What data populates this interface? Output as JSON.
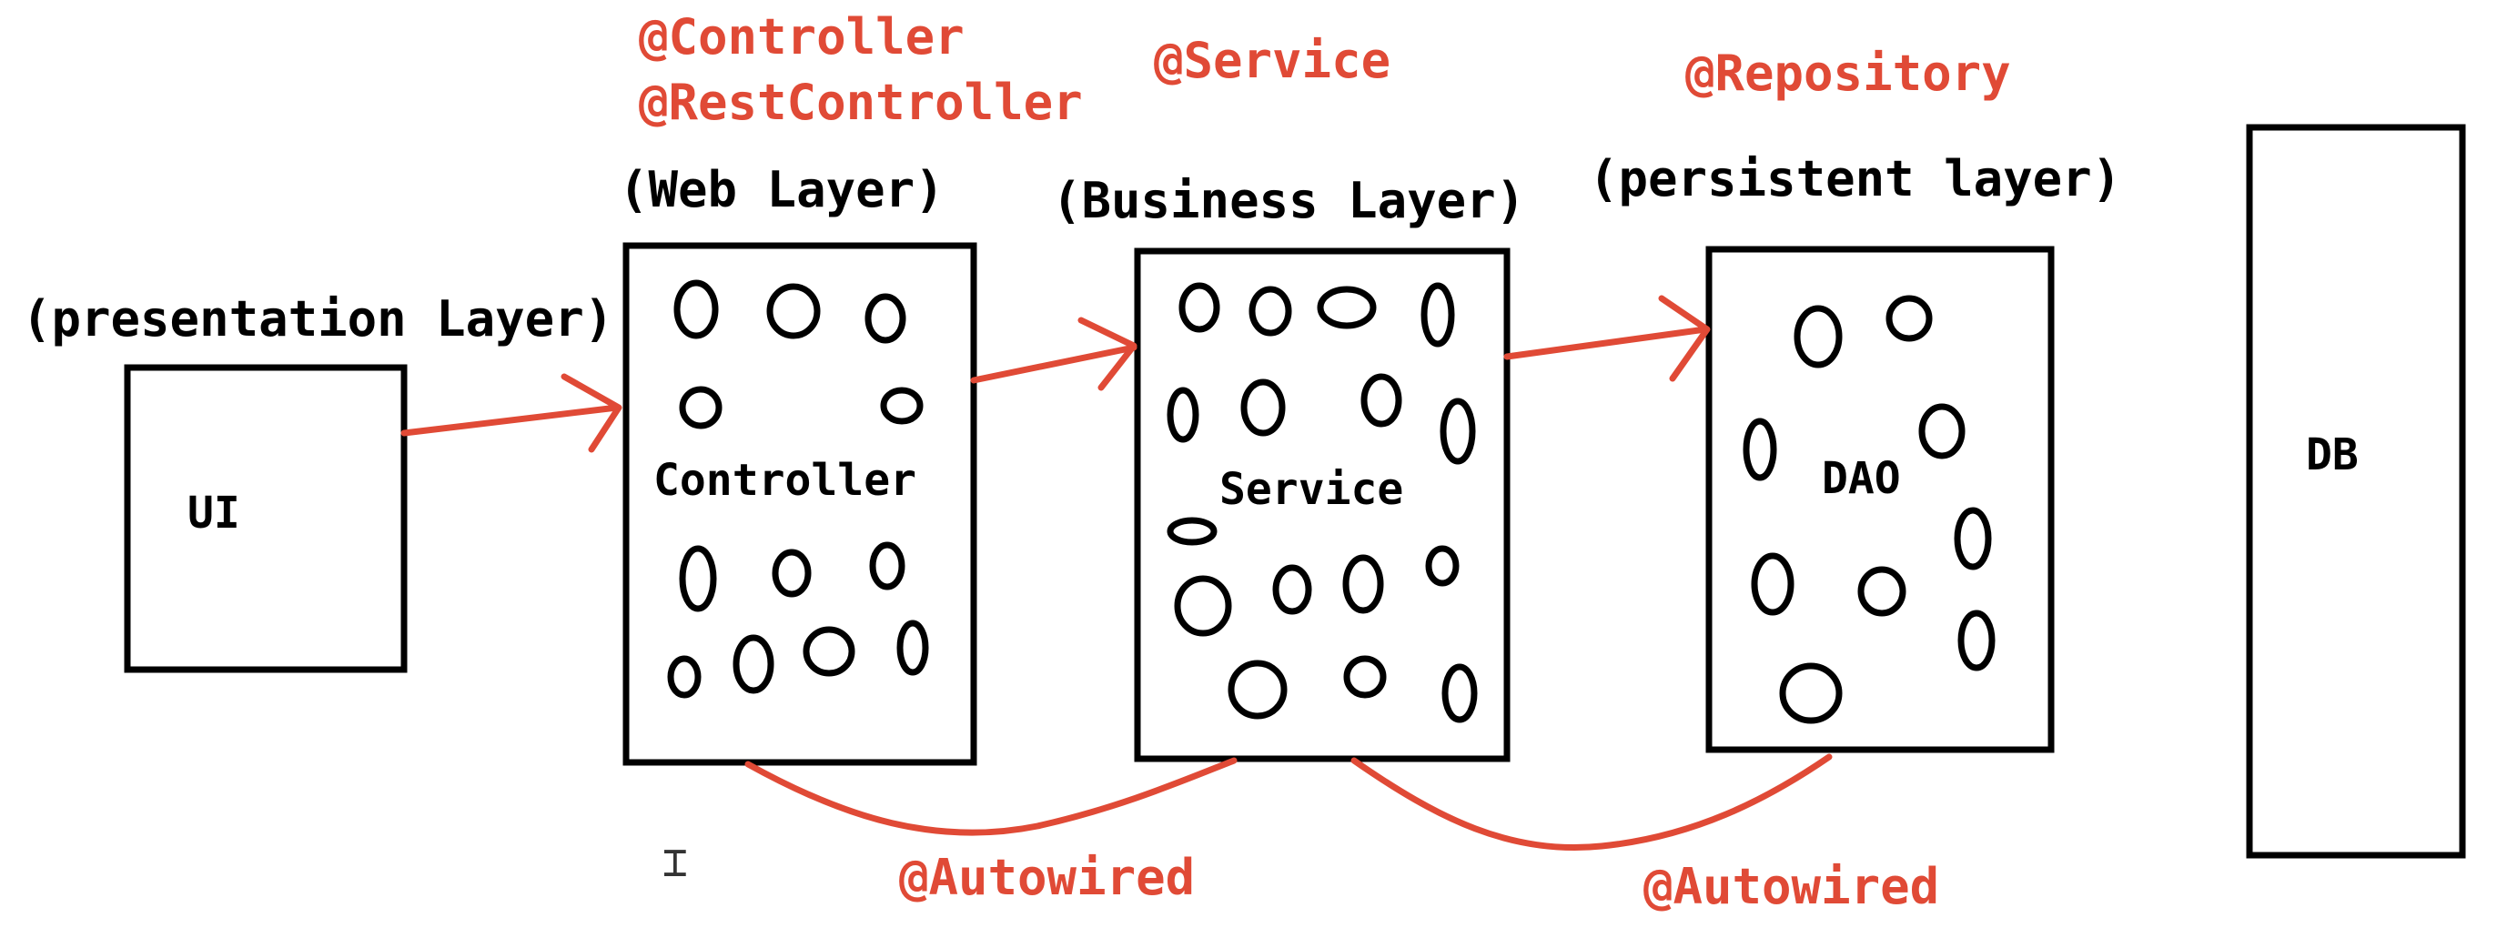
{
  "colors": {
    "ink": "#000000",
    "accent": "#e04a36",
    "background": "#ffffff"
  },
  "layers": {
    "presentation": "(presentation Layer)",
    "web": "(Web Layer)",
    "business": "(Business Layer)",
    "persistent": "(persistent layer)"
  },
  "annotations": {
    "controller": "@Controller",
    "rest_controller": "@RestController",
    "service": "@Service",
    "repository": "@Repository",
    "autowired_1": "@Autowired",
    "autowired_2": "@Autowired"
  },
  "boxes": {
    "ui": "UI",
    "controller": "Controller",
    "service": "Service",
    "dao": "DAO",
    "db": "DB"
  }
}
